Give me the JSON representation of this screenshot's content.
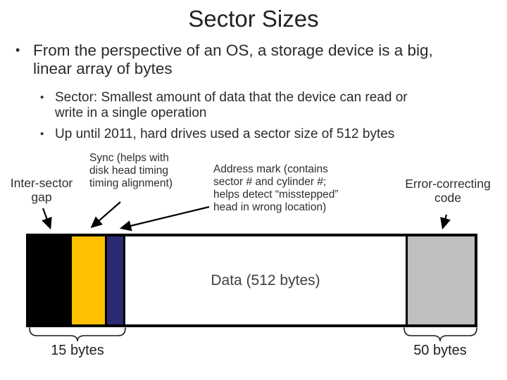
{
  "slide": {
    "title": "Sector Sizes",
    "bullets": [
      {
        "level": 1,
        "text": "From the perspective of an OS, a storage device is a big,\nlinear array of bytes"
      },
      {
        "level": 2,
        "text": "Sector: Smallest amount of data that the device can read or\nwrite in a single operation"
      },
      {
        "level": 2,
        "text": "Up until 2011, hard drives used a sector size of 512 bytes"
      }
    ]
  },
  "diagram": {
    "annotations": [
      {
        "name": "inter-sector-gap",
        "text": "Inter-sector\ngap"
      },
      {
        "name": "sync",
        "text": "Sync (helps with\ndisk head timing\ntiming alignment)"
      },
      {
        "name": "address-mark",
        "text": "Address mark (contains\nsector # and cylinder #;\nhelps detect “misstepped”\nhead in wrong location)"
      },
      {
        "name": "error-correcting-code",
        "text": "Error-correcting\ncode"
      }
    ],
    "segments": [
      {
        "name": "inter-sector-gap",
        "color": "#000000"
      },
      {
        "name": "sync",
        "color": "#ffc000"
      },
      {
        "name": "address-mark",
        "color": "#2c2a72"
      },
      {
        "name": "data",
        "color": "#ffffff",
        "label": "Data (512 bytes)"
      },
      {
        "name": "error-correcting-code",
        "color": "#bfbfbf"
      }
    ],
    "measurements": [
      {
        "name": "header-bytes",
        "label": "15 bytes"
      },
      {
        "name": "ecc-bytes",
        "label": "50 bytes"
      }
    ]
  },
  "colors": {
    "background": "#ffffff",
    "text": "#2b2b2b",
    "sync_yellow": "#ffc000",
    "address_navy": "#2c2a72",
    "ecc_gray": "#bfbfbf",
    "gap_black": "#000000"
  }
}
